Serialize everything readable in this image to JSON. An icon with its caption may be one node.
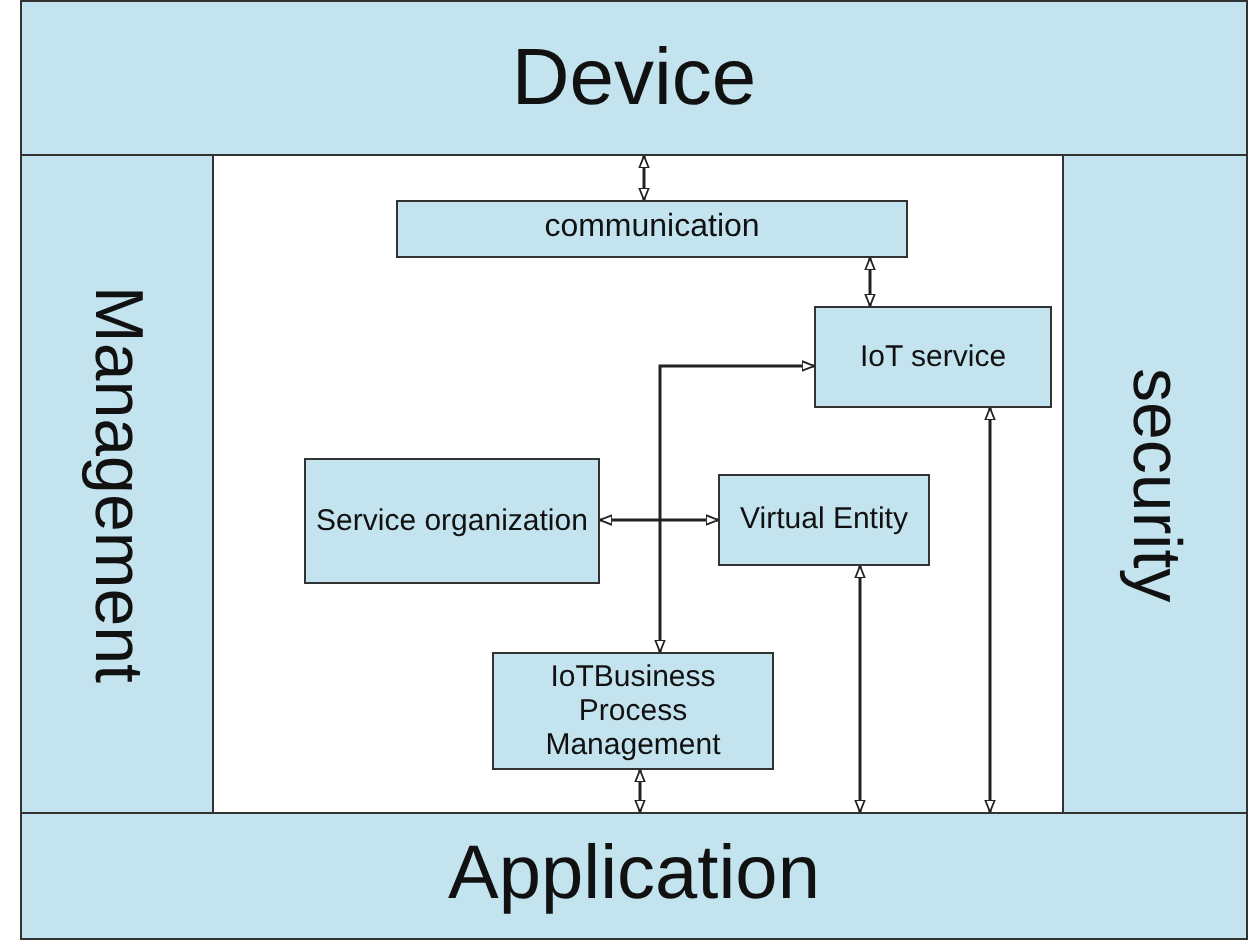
{
  "diagram": {
    "nodes": [
      {
        "text": [
          "Device"
        ]
      },
      {
        "text": [
          "Management"
        ]
      },
      {
        "text": [
          "security"
        ]
      },
      {
        "text": [
          "Application"
        ]
      },
      {
        "text": [
          "communication"
        ]
      },
      {
        "text": [
          "IoT service"
        ]
      },
      {
        "text": [
          "Service organization"
        ]
      },
      {
        "text": [
          "Virtual Entity"
        ]
      },
      {
        "text": [
          "IoTBusiness Process Management"
        ]
      }
    ],
    "edges": [
      {
        "from": 0,
        "to": 4,
        "arrow": "both"
      },
      {
        "from": 4,
        "to": 5,
        "arrow": "both"
      },
      {
        "from": 5,
        "to": 8,
        "arrow": "both"
      },
      {
        "from": 6,
        "to": 7,
        "arrow": "both"
      },
      {
        "from": 8,
        "to": 3,
        "arrow": "both"
      },
      {
        "from": 7,
        "to": 3,
        "arrow": "both"
      },
      {
        "from": 5,
        "to": 3,
        "arrow": "both"
      }
    ]
  }
}
